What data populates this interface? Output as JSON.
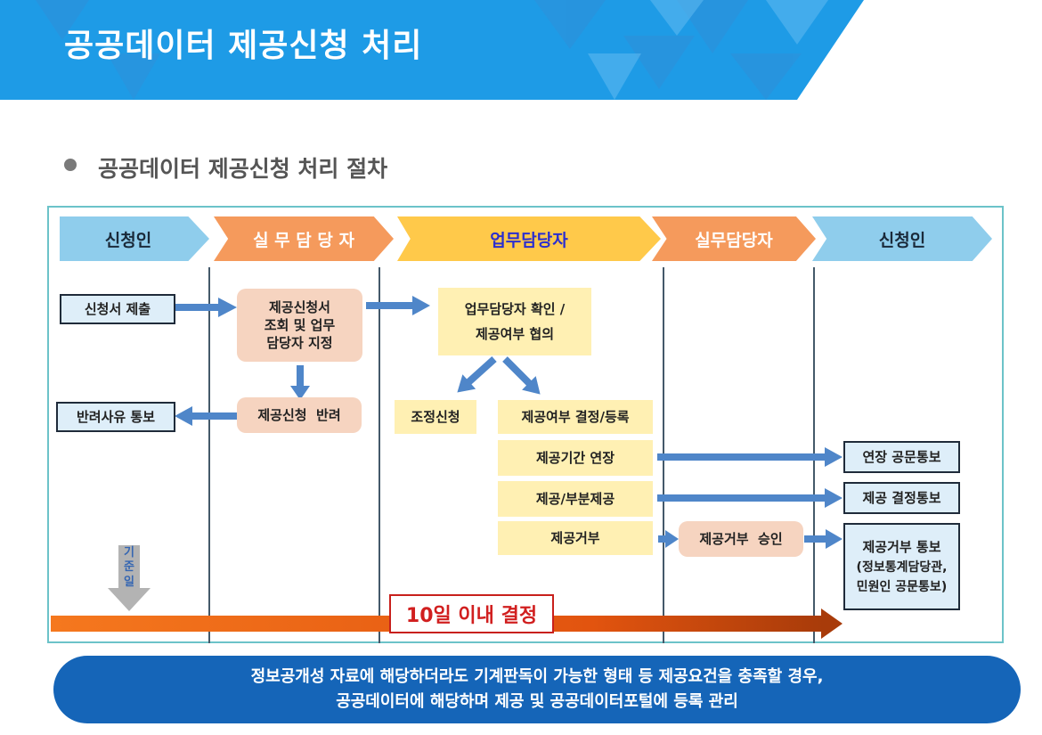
{
  "title": "공공데이터 제공신청 처리",
  "subtitle": "공공데이터 제공신청 처리 절차",
  "lanes": [
    {
      "label": "신청인"
    },
    {
      "label": "실 무 담 당 자"
    },
    {
      "label": "업무담당자"
    },
    {
      "label": "실무담당자"
    },
    {
      "label": "신청인"
    }
  ],
  "boxes": {
    "application_submit": "신청서 제출",
    "application_review": [
      "제공신청서",
      "조회 및 업무",
      "담당자 지정"
    ],
    "manager_confirm": [
      "업무담당자 확인 /",
      "제공여부 협의"
    ],
    "rejection_notice": "반려사유 통보",
    "application_reject": "제공신청  반려",
    "adjust_request": "조정신청",
    "provide_decision": "제공여부 결정/등록",
    "period_extension": "제공기간 연장",
    "partial_provide": "제공/부분제공",
    "provide_refusal": "제공거부",
    "refusal_approval": "제공거부  승인",
    "extension_notice": "연장 공문통보",
    "decision_notice": "제공 결정통보",
    "refusal_notice": [
      "제공거부 통보",
      "(정보통계담당관,",
      "민원인 공문통보)"
    ]
  },
  "base_date": [
    "기",
    "준",
    "일"
  ],
  "deadline": "10일 이내 결정",
  "footer": [
    "정보공개성 자료에 해당하더라도 기계판독이 가능한 형태 등 제공요건을 충족할 경우,",
    "공공데이터에 해당하며 제공 및 공공데이터포털에 등록 관리"
  ],
  "colors": {
    "header_blue": "#1e9be6",
    "lane_applicant": "#8fcdec",
    "lane_practical": "#f59a5c",
    "lane_business": "#ffc94a",
    "arrow_blue": "#4f86c9",
    "timeline_orange": "#e2540f",
    "footer_blue": "#1565b8"
  }
}
